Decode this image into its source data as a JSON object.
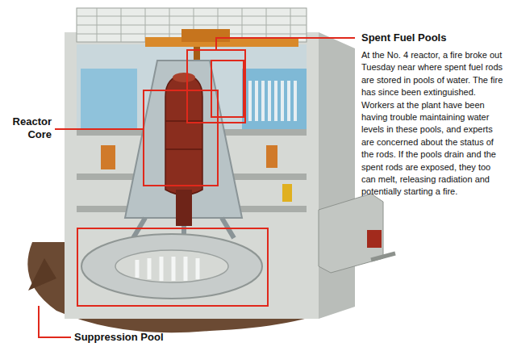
{
  "diagram": {
    "labels": [
      "Spent Fuel Pools",
      "At the No. 4 reactor, a fire broke out Tuesday near where spent fuel rods are stored in pools of water. The fire has since been extinguished. Workers at the plant have been having trouble maintaining water levels in these pools, and experts are concerned about the status of the rods. If the pools drain and the spent rods are exposed, they too can melt, releasing radiation and potentially starting a fire.",
      "Reactor Core",
      "Suppression Pool"
    ]
  }
}
